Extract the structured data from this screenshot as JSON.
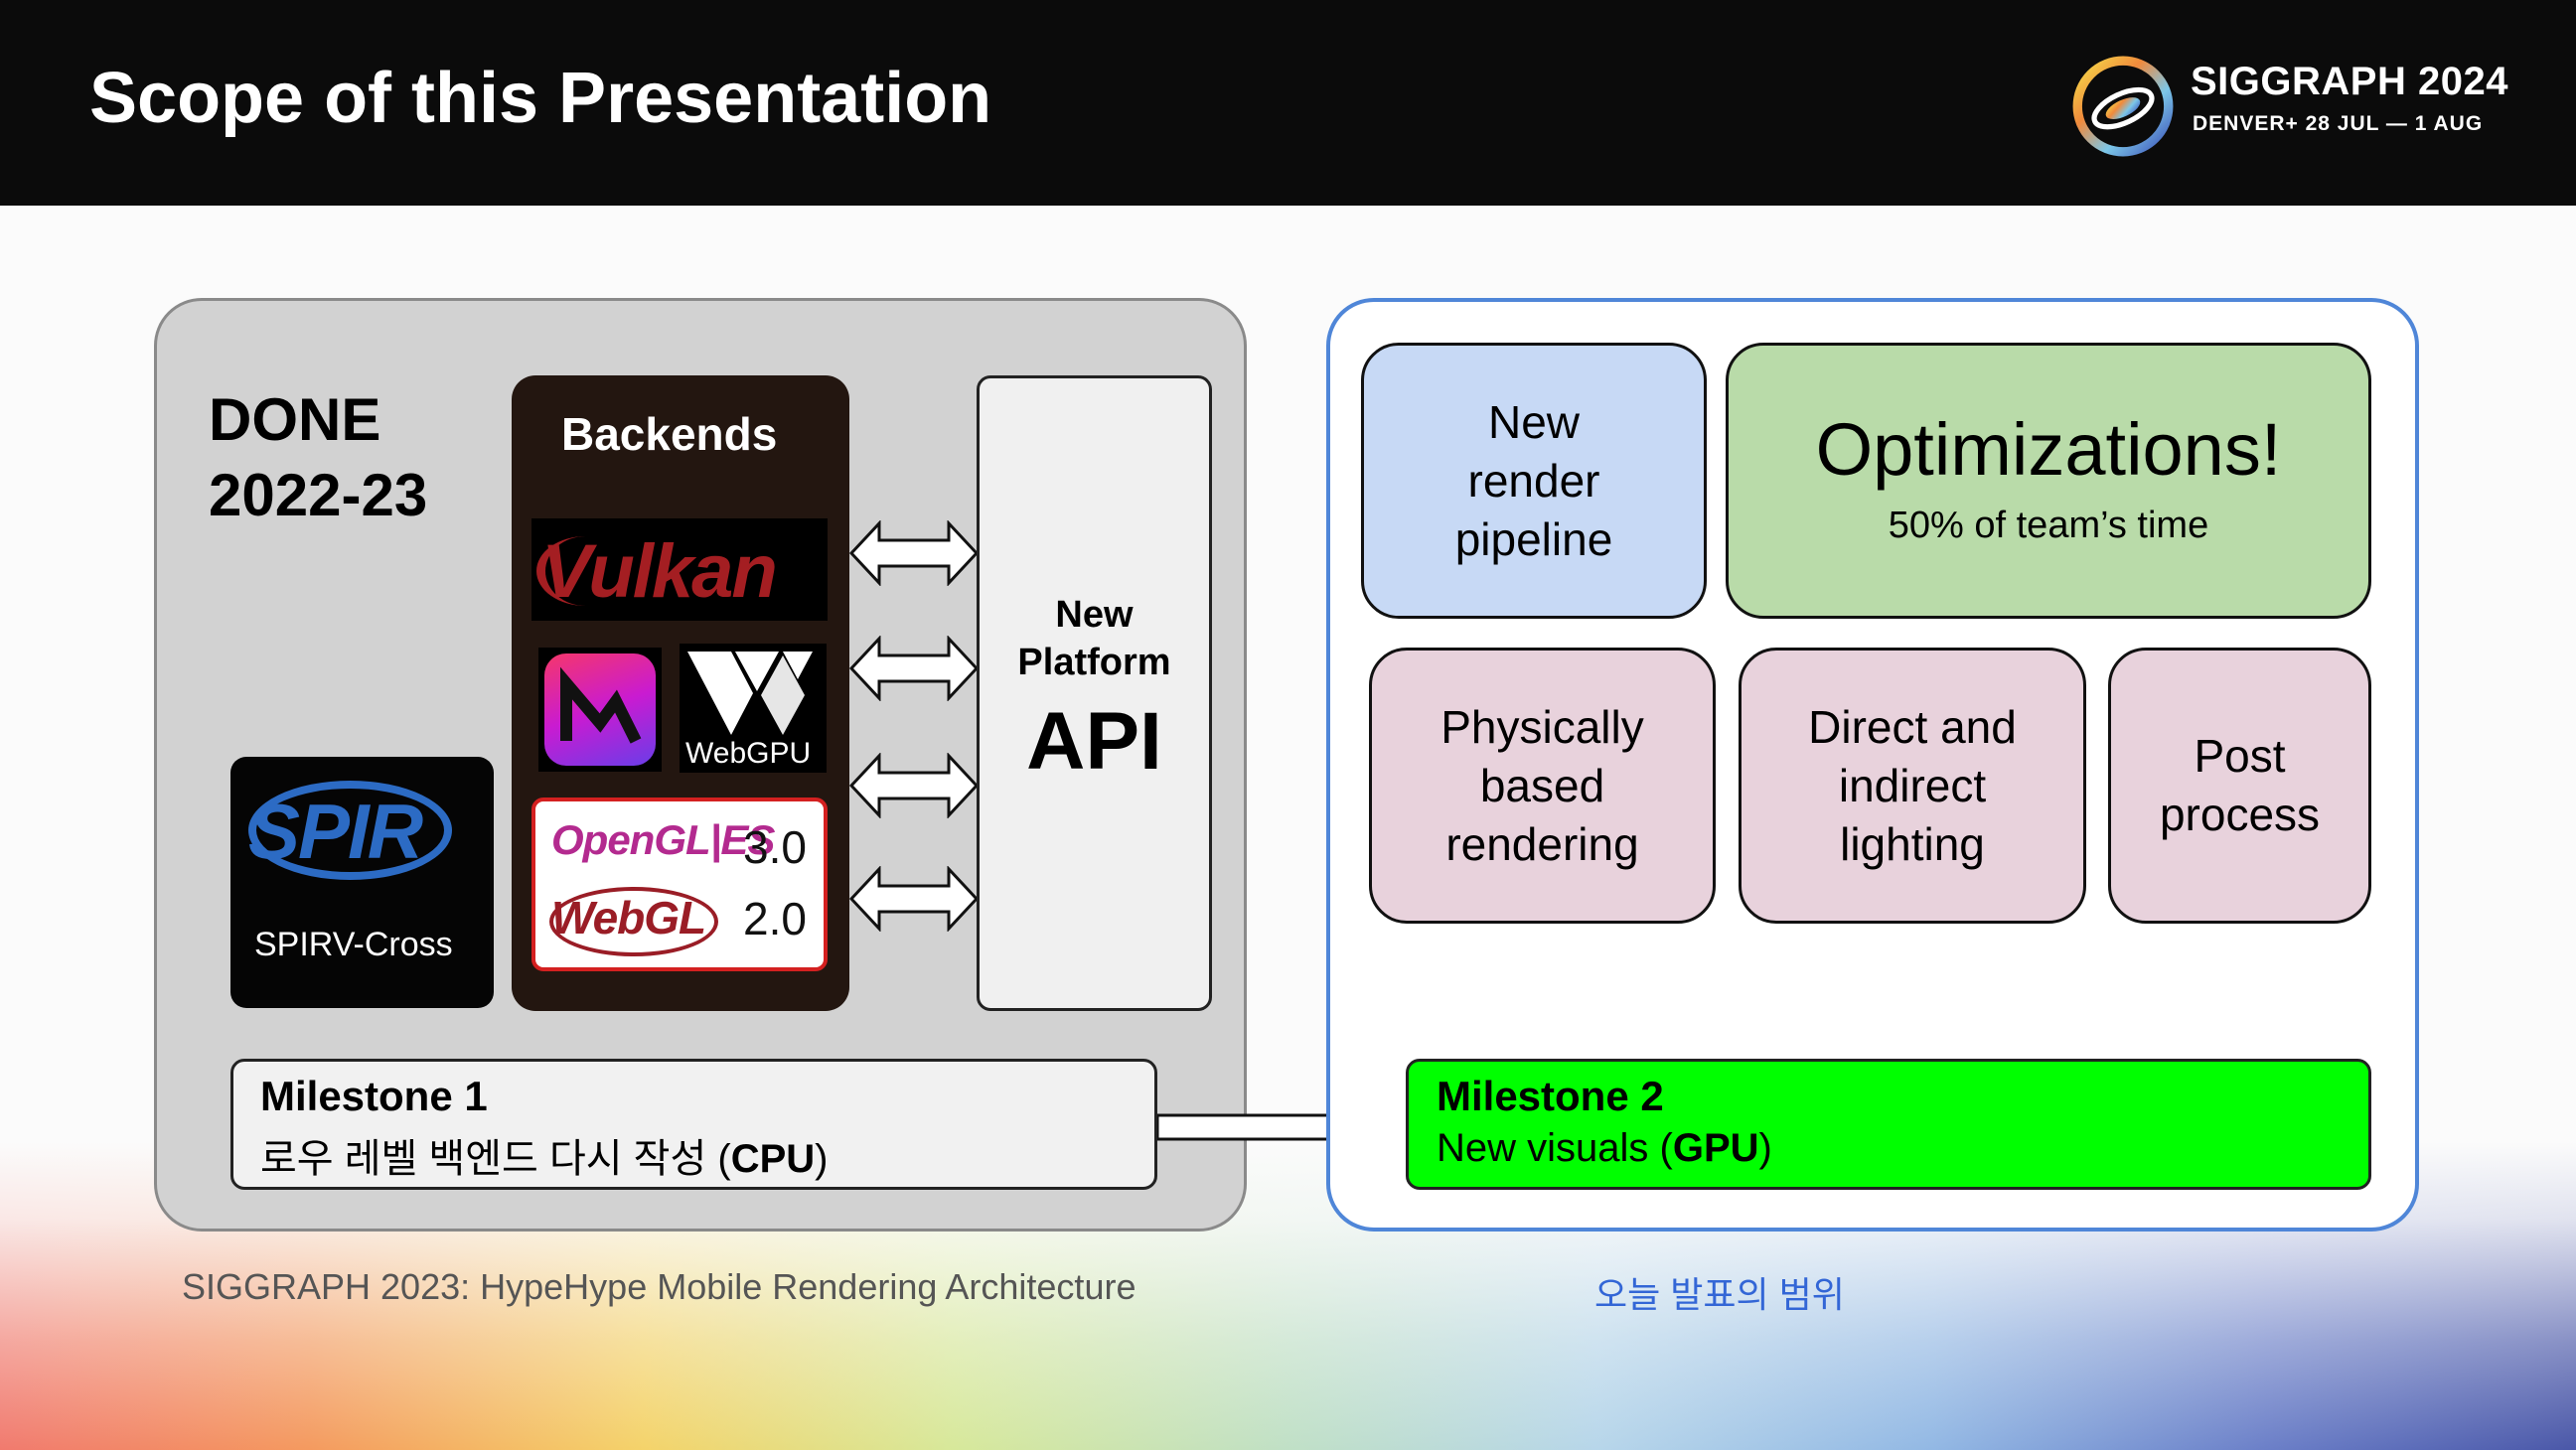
{
  "header": {
    "title": "Scope of this Presentation",
    "logo_name": "SIGGRAPH 2024",
    "logo_dates": "DENVER+ 28 JUL — 1 AUG"
  },
  "done_panel": {
    "label_line1": "DONE",
    "label_line2": "2022-23",
    "spir_logo": "SPIR",
    "spirv_cross": "SPIRV-Cross",
    "backends_title": "Backends",
    "vulkan_logo": "Vulkan",
    "webgpu_label": "WebGPU",
    "opengl_logo": "OpenGL|ES",
    "opengl_version": "3.0",
    "webgl_logo": "WebGL",
    "webgl_version": "2.0",
    "platform_line1": "New",
    "platform_line2": "Platform",
    "platform_api": "API",
    "milestone1_title": "Milestone 1",
    "milestone1_desc_prefix": "로우 레벨 백엔드 다시 작성 (",
    "milestone1_desc_bold": "CPU",
    "milestone1_desc_suffix": ")"
  },
  "scope_panel": {
    "new_render_line1": "New",
    "new_render_line2": "render",
    "new_render_line3": "pipeline",
    "optim_title": "Optimizations!",
    "optim_sub": "50% of team’s time",
    "pbr_line1": "Physically",
    "pbr_line2": "based",
    "pbr_line3": "rendering",
    "lighting_line1": "Direct and",
    "lighting_line2": "indirect",
    "lighting_line3": "lighting",
    "post_line1": "Post",
    "post_line2": "process",
    "milestone2_title": "Milestone 2",
    "milestone2_desc_prefix": "New visuals (",
    "milestone2_desc_bold": "GPU",
    "milestone2_desc_suffix": ")"
  },
  "captions": {
    "left": "SIGGRAPH 2023: HypeHype Mobile Rendering Architecture",
    "right": "오늘 발표의 범위"
  },
  "colors": {
    "header_bg": "#0b0b0b",
    "done_panel_bg": "#d2d2d2",
    "scope_border": "#4f86d8",
    "milestone2_bg": "#00ff00",
    "card_blue": "#c7d9f5",
    "card_green": "#b9dba9",
    "card_pink": "#e8d2dc"
  }
}
